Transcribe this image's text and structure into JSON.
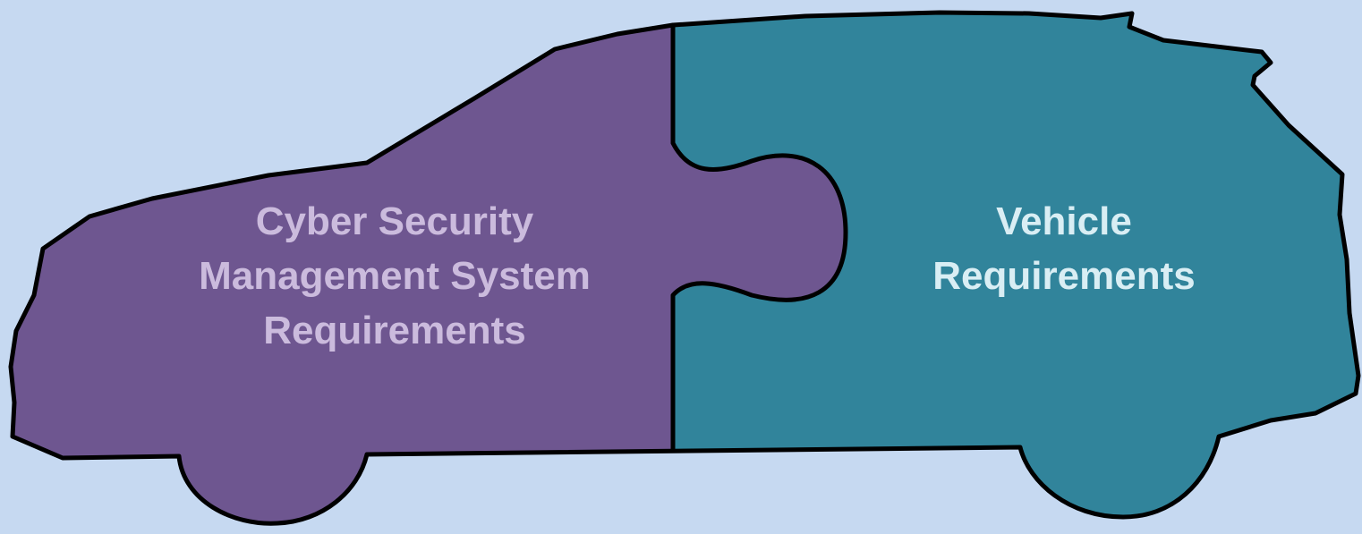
{
  "diagram": {
    "left_piece": {
      "lines": [
        "Cyber Security",
        "Management System",
        "Requirements"
      ],
      "color": "#6e5690",
      "text_color": "#cbbbdd"
    },
    "right_piece": {
      "lines": [
        "Vehicle",
        "Requirements"
      ],
      "color": "#31849b",
      "text_color": "#d9eef4"
    },
    "background": "#c6d9f1",
    "outline_color": "#000000"
  }
}
